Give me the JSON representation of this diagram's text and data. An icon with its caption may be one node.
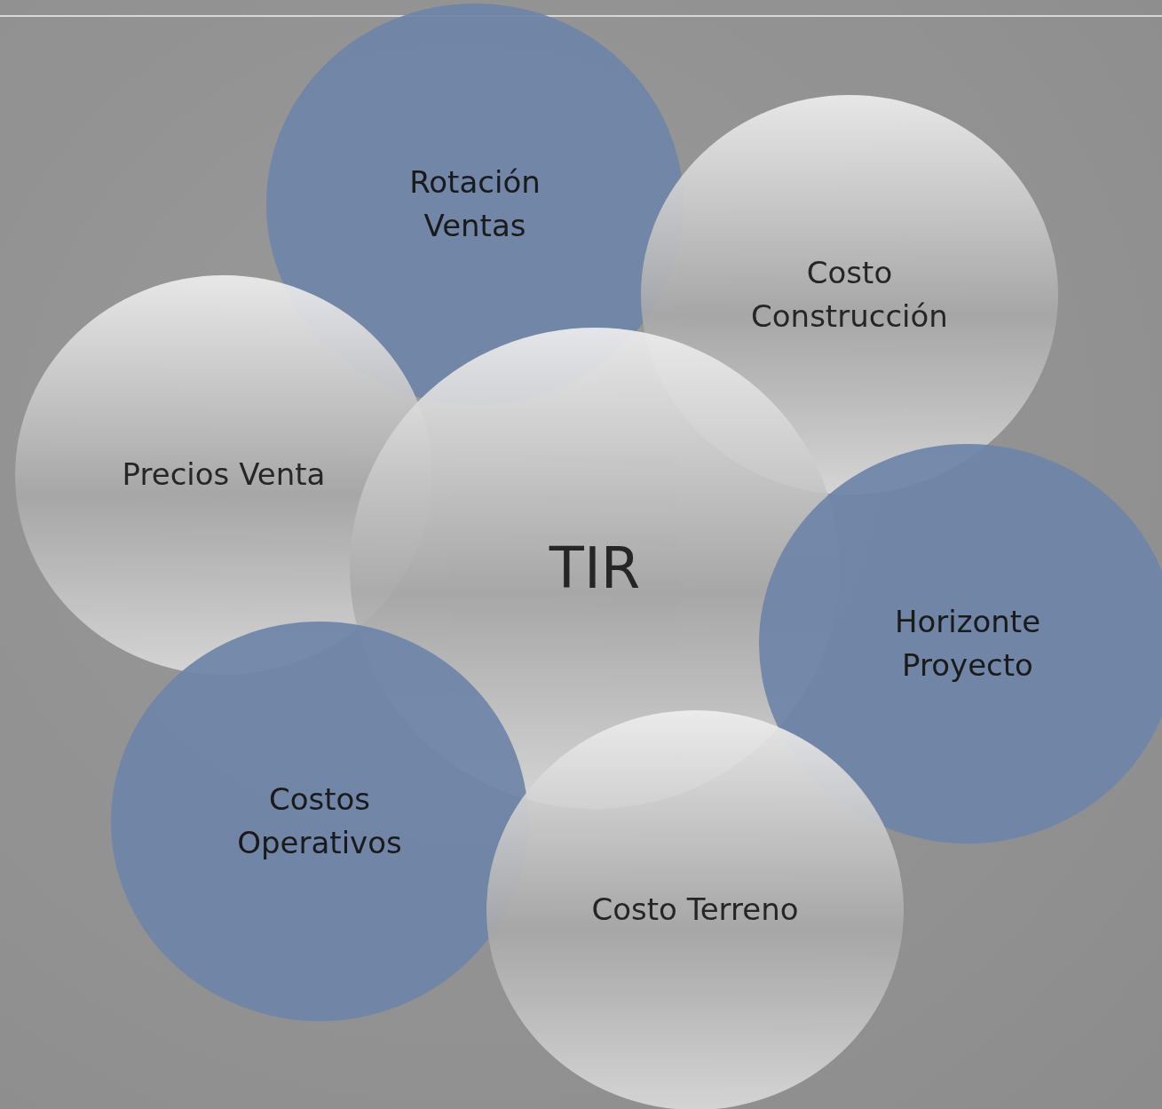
{
  "diagram": {
    "nodes": [
      {
        "text": [
          "Rotación Ventas"
        ]
      },
      {
        "text": [
          "Costo Construcción"
        ]
      },
      {
        "text": [
          "Precios Venta"
        ]
      },
      {
        "text": [
          "TIR"
        ]
      },
      {
        "text": [
          "Horizonte Proyecto"
        ]
      },
      {
        "text": [
          "Costos Operativos"
        ]
      },
      {
        "text": [
          "Costo Terreno"
        ]
      }
    ],
    "edges": []
  }
}
